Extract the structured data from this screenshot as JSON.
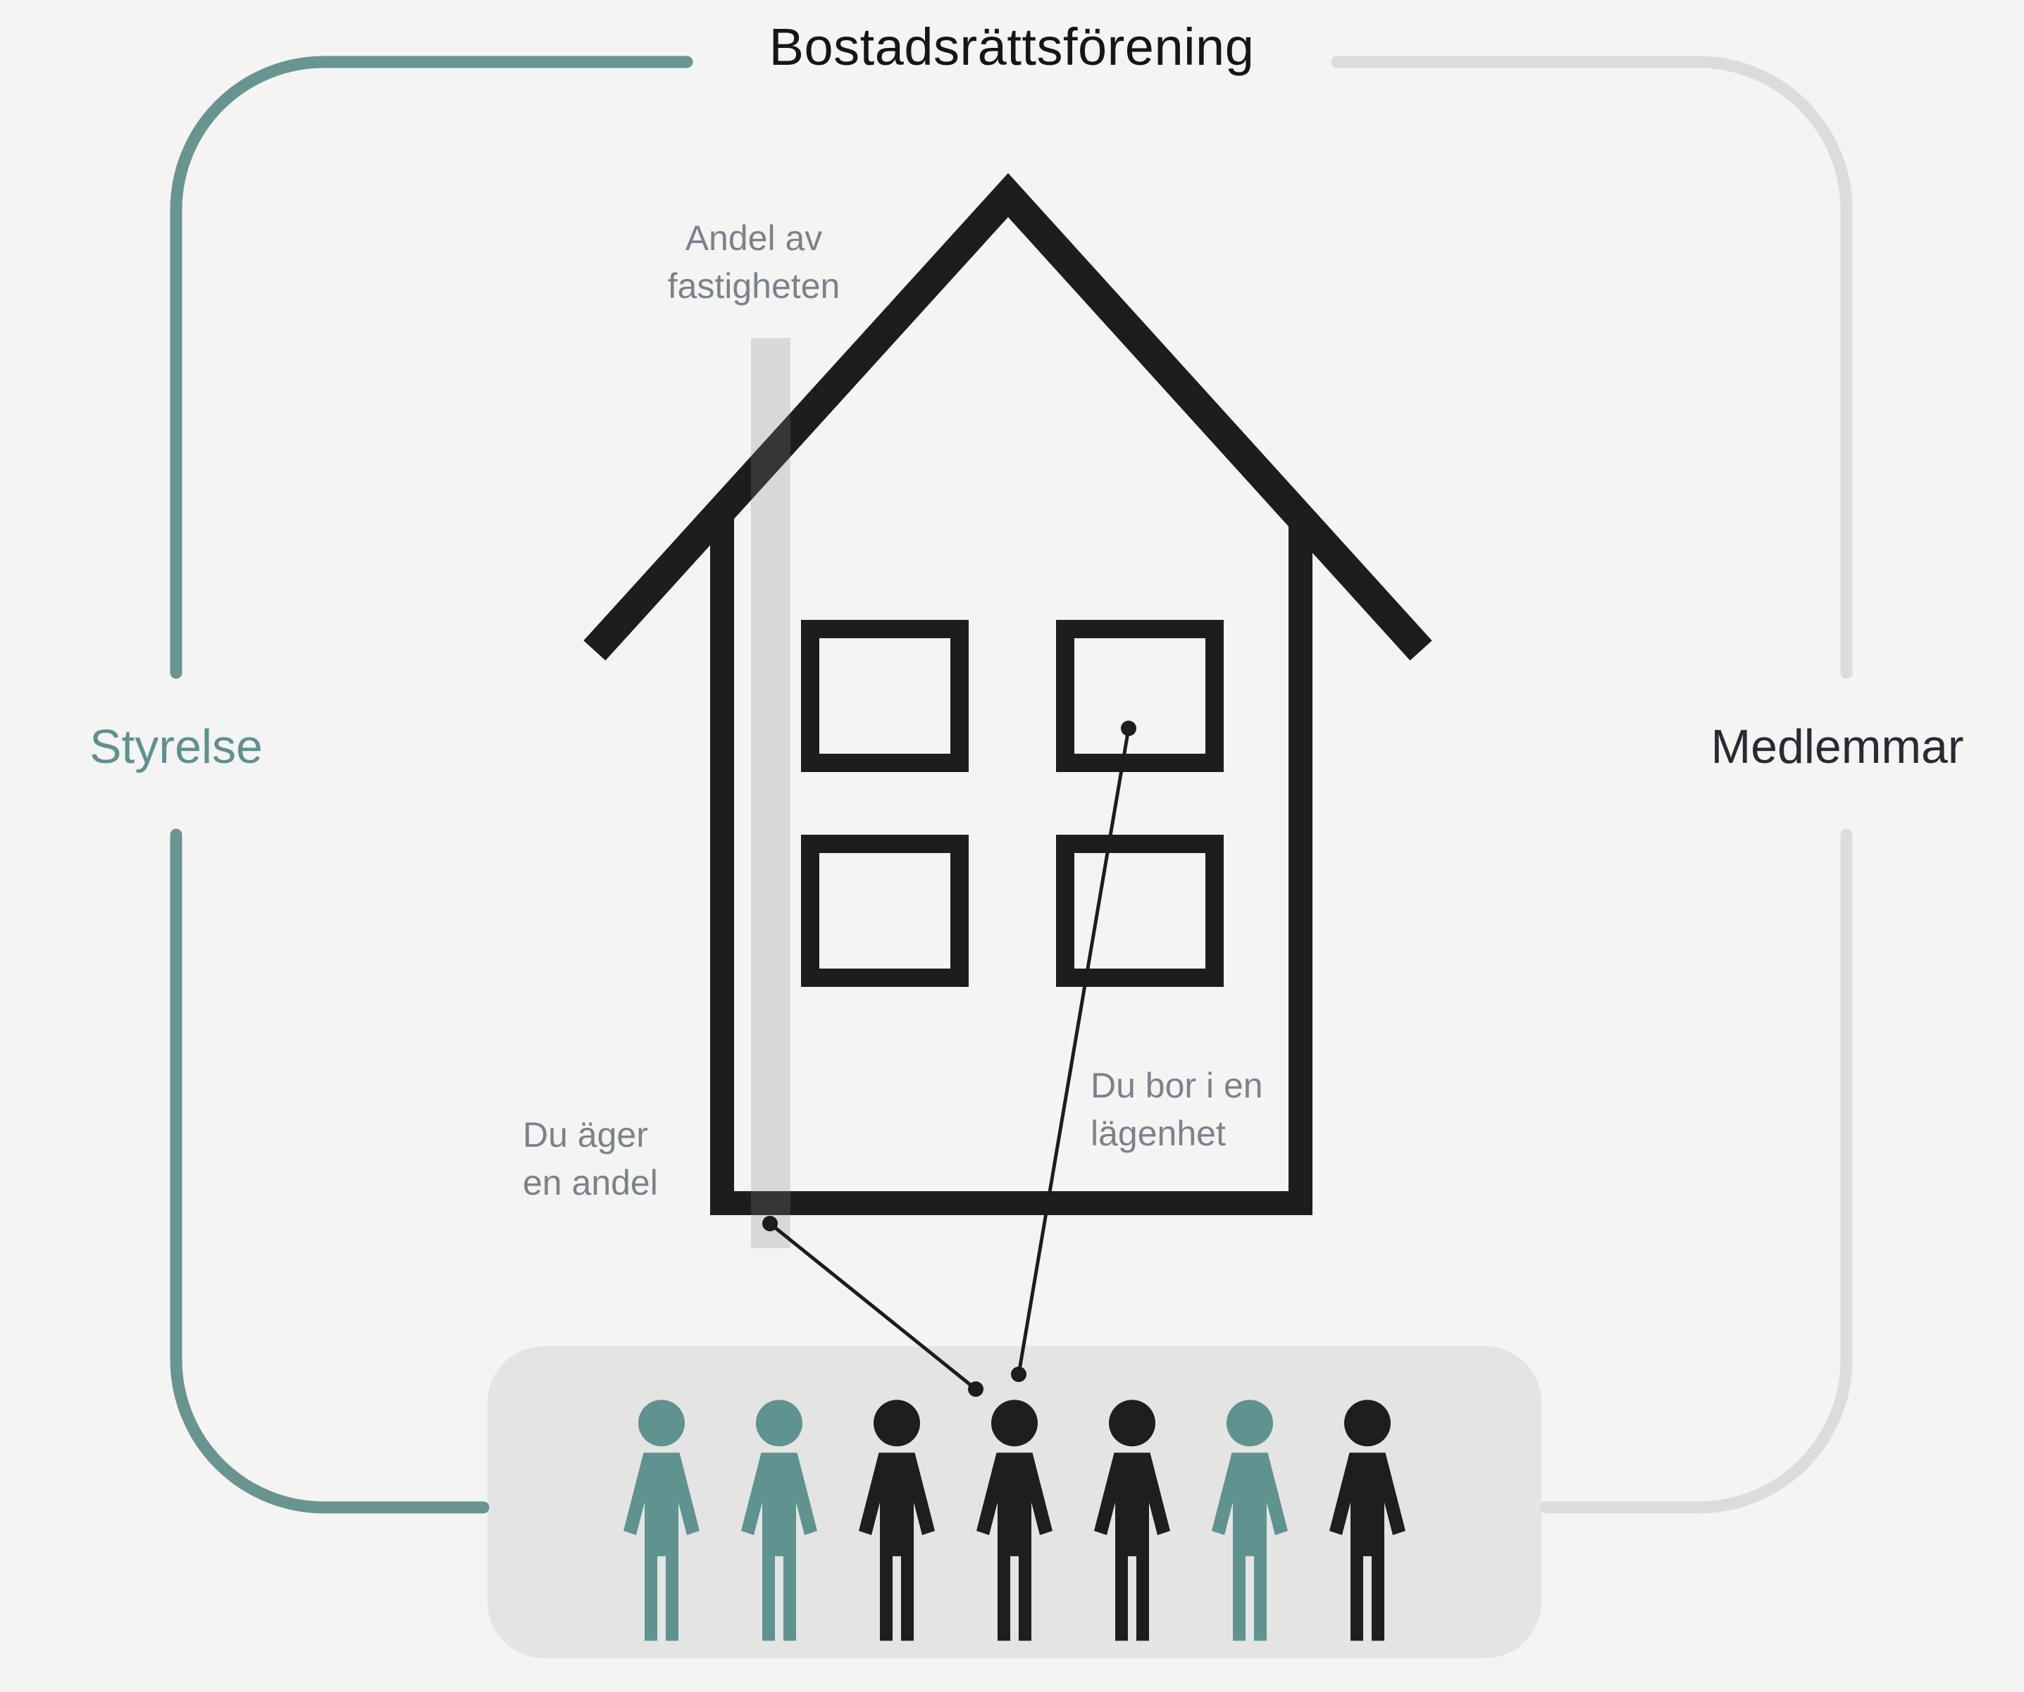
{
  "title": "Bostadsrättsförening",
  "labels": {
    "left": "Styrelse",
    "right": "Medlemmar"
  },
  "annotations": {
    "share_line1": "Andel av",
    "share_line2": "fastigheten",
    "own_line1": "Du äger",
    "own_line2": "en andel",
    "live_line1": "Du bor i en",
    "live_line2": "lägenhet"
  },
  "colors": {
    "background": "#f4f4f2",
    "board_border": "#68958f",
    "members_border": "#dcdcdc",
    "ink": "#1d1d1b",
    "annotation": "#7c828c",
    "people_panel": "#e4e4e2",
    "person_teal": "#5e938f",
    "person_black": "#1e1e1c"
  },
  "people": [
    {
      "role": "board",
      "fill": "#5e938f"
    },
    {
      "role": "board",
      "fill": "#5e938f"
    },
    {
      "role": "member",
      "fill": "#1e1e1c"
    },
    {
      "role": "member",
      "fill": "#1e1e1c"
    },
    {
      "role": "member",
      "fill": "#1e1e1c"
    },
    {
      "role": "board",
      "fill": "#5e938f"
    },
    {
      "role": "member",
      "fill": "#1e1e1c"
    }
  ]
}
